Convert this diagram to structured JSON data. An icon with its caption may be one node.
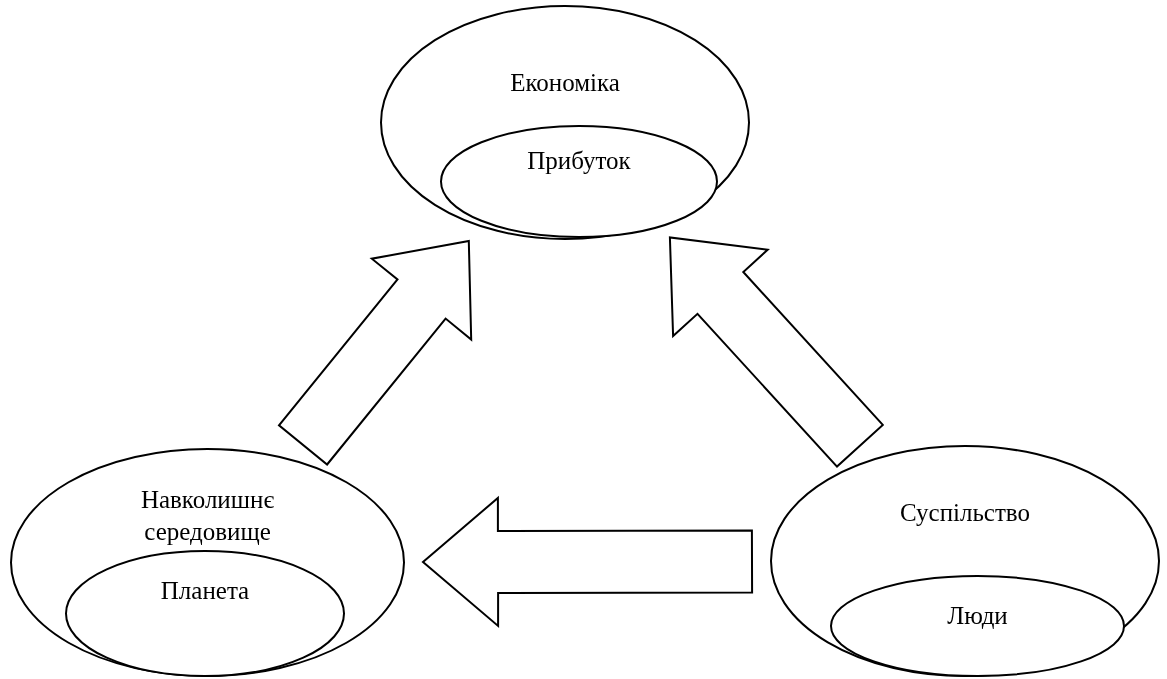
{
  "diagram": {
    "nodes": [
      {
        "text": [
          "Економіка"
        ]
      },
      {
        "text": [
          "Прибуток"
        ],
        "in": 0
      },
      {
        "text": [
          "Навколишнє середовище"
        ]
      },
      {
        "text": [
          "Планета"
        ],
        "in": 2
      },
      {
        "text": [
          "Суспільство"
        ]
      },
      {
        "text": [
          "Люди"
        ],
        "in": 4
      }
    ],
    "edges": [
      {
        "from": 2,
        "to": 0,
        "arrow": "to"
      },
      {
        "from": 4,
        "to": 0,
        "arrow": "to"
      },
      {
        "from": 4,
        "to": 2,
        "arrow": "to"
      }
    ]
  }
}
